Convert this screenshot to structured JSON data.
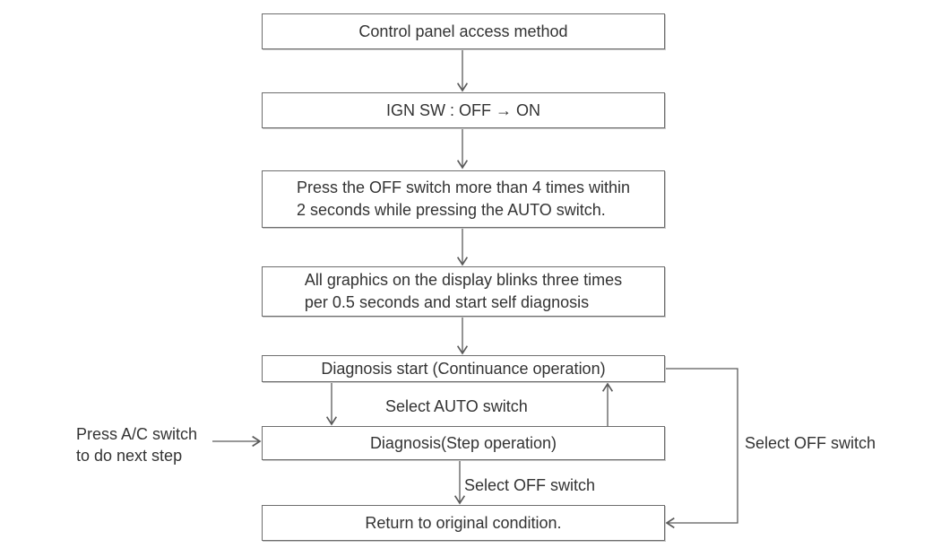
{
  "diagram": {
    "boxes": [
      {
        "id": "access-method",
        "lines": [
          "Control panel access method"
        ]
      },
      {
        "id": "ign-sw",
        "lines": [
          "IGN SW : OFF → ON"
        ]
      },
      {
        "id": "press-off-switch",
        "lines": [
          "Press the OFF switch more than 4 times within",
          "2 seconds while pressing the AUTO switch."
        ]
      },
      {
        "id": "display-blink",
        "lines": [
          "All graphics on the display blinks three times",
          "per 0.5 seconds and start self diagnosis"
        ]
      },
      {
        "id": "diagnosis-start",
        "lines": [
          "Diagnosis start (Continuance operation)"
        ]
      },
      {
        "id": "diagnosis-step",
        "lines": [
          "Diagnosis(Step operation)"
        ]
      },
      {
        "id": "return-original",
        "lines": [
          "Return to original condition."
        ]
      }
    ],
    "labels": {
      "select_auto": "Select AUTO switch",
      "select_off_step": "Select OFF switch",
      "select_off_loop": "Select OFF switch",
      "press_ac_line1": "Press A/C switch",
      "press_ac_line2": "to do next step"
    },
    "colors": {
      "line": "#5a5a5a",
      "border": "#6e6e6e",
      "text": "#333333",
      "background": "#ffffff"
    }
  }
}
